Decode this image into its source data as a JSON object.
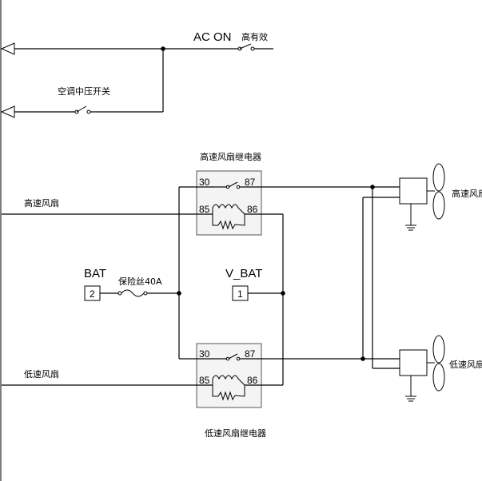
{
  "labels": {
    "ac_on": "AC ON",
    "high_active": "高有效",
    "ac_mid_pressure_switch": "空调中压开关",
    "high_speed_fan_relay": "高速风扇继电器",
    "high_speed_fan_left": "高速风扇",
    "high_speed_fan_right": "高速风扇",
    "low_speed_fan_left": "低速风扇",
    "low_speed_fan_right": "低速风扇",
    "low_speed_fan_relay": "低速风扇继电器",
    "bat": "BAT",
    "bat_pin": "2",
    "fuse": "保险丝40A",
    "v_bat": "V_BAT",
    "v_bat_pin": "1"
  },
  "relay_pins": {
    "high": {
      "p30": "30",
      "p87": "87",
      "p85": "85",
      "p86": "86"
    },
    "low": {
      "p30": "30",
      "p87": "87",
      "p85": "85",
      "p86": "86"
    }
  }
}
